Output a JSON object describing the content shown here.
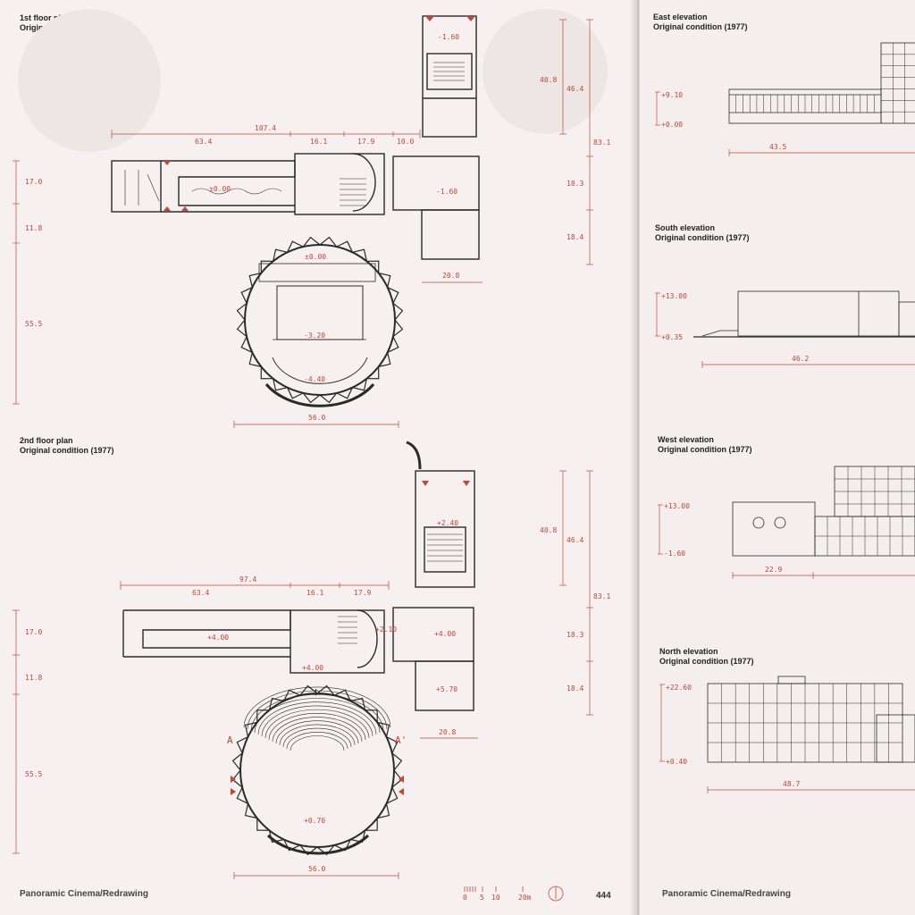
{
  "left_page": {
    "plan1": {
      "title": "1st floor plan",
      "subtitle": "Original condition (1977)"
    },
    "plan2": {
      "title": "2nd floor plan",
      "subtitle": "Original condition (1977)"
    },
    "footer": "Panoramic Cinema/Redrawing",
    "page_number": "444",
    "scale_bar": {
      "ticks": [
        "0",
        "5",
        "10",
        "20m"
      ]
    },
    "plan1_dims": {
      "top": [
        "107.4",
        "63.4",
        "16.1",
        "17.9",
        "10.0"
      ],
      "left": [
        "17.0",
        "11.8",
        "55.5"
      ],
      "right": [
        "40.8",
        "46.4",
        "83.1",
        "18.3",
        "18.4"
      ],
      "bottom": [
        "20.8",
        "56.0"
      ],
      "levels": [
        "-1.60",
        "-1.60",
        "±0.00",
        "±0.00",
        "-3.20",
        "-4.40"
      ]
    },
    "plan2_dims": {
      "top": [
        "97.4",
        "63.4",
        "16.1",
        "17.9"
      ],
      "left": [
        "17.0",
        "11.8",
        "55.5"
      ],
      "right": [
        "40.8",
        "46.4",
        "83.1",
        "18.3",
        "18.4"
      ],
      "bottom": [
        "20.8",
        "56.0"
      ],
      "levels": [
        "+2.40",
        "+4.00",
        "+2.10",
        "+4.00",
        "+4.00",
        "+5.70",
        "+0.70"
      ],
      "section_marks": [
        "A",
        "A'"
      ]
    }
  },
  "right_page": {
    "elevations": [
      {
        "title": "East elevation",
        "subtitle": "Original condition (1977)",
        "levels": [
          "+9.10",
          "+0.00"
        ],
        "width": "43.5"
      },
      {
        "title": "South elevation",
        "subtitle": "Original condition (1977)",
        "levels": [
          "+13.00",
          "+0.35"
        ],
        "width": "46.2"
      },
      {
        "title": "West elevation",
        "subtitle": "Original condition (1977)",
        "levels": [
          "+13.00",
          "-1.60"
        ],
        "width": "22.9"
      },
      {
        "title": "North elevation",
        "subtitle": "Original condition (1977)",
        "levels": [
          "+22.60",
          "+0.40"
        ],
        "width": "48.7"
      }
    ],
    "footer": "Panoramic Cinema/Redrawing"
  },
  "colors": {
    "accent": "#c9452e",
    "ink": "#222222",
    "paper": "#f6f1f0"
  }
}
